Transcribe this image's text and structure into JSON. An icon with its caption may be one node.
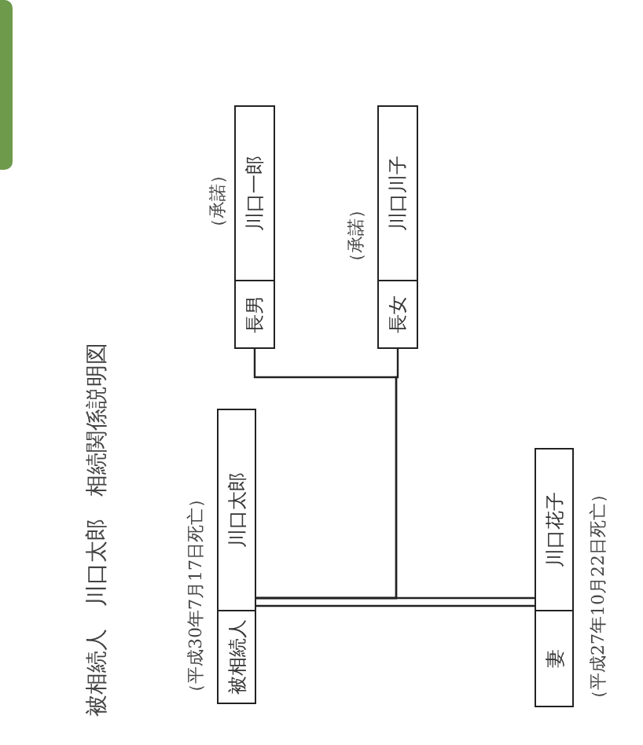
{
  "diagram": {
    "title": "被相続人　川口太郎　相続関係説明図",
    "nodes": [
      {
        "text": [
          "被相続人",
          "川口太郎"
        ],
        "beside": [
          "（平成30年7月17日死亡）"
        ]
      },
      {
        "text": [
          "妻",
          "川口花子"
        ],
        "beside": [
          "（平成27年10月22日死亡）"
        ]
      },
      {
        "text": [
          "長男",
          "川口一郎"
        ],
        "beside": [
          "（承諾）"
        ]
      },
      {
        "text": [
          "長女",
          "川口川子"
        ],
        "beside": [
          "（承諾）"
        ]
      }
    ],
    "edges": [
      {
        "from": 0,
        "to": 1,
        "arrow": "none"
      },
      {
        "from": 0,
        "to": 2,
        "arrow": "none"
      },
      {
        "from": 0,
        "to": 3,
        "arrow": "none"
      }
    ]
  }
}
